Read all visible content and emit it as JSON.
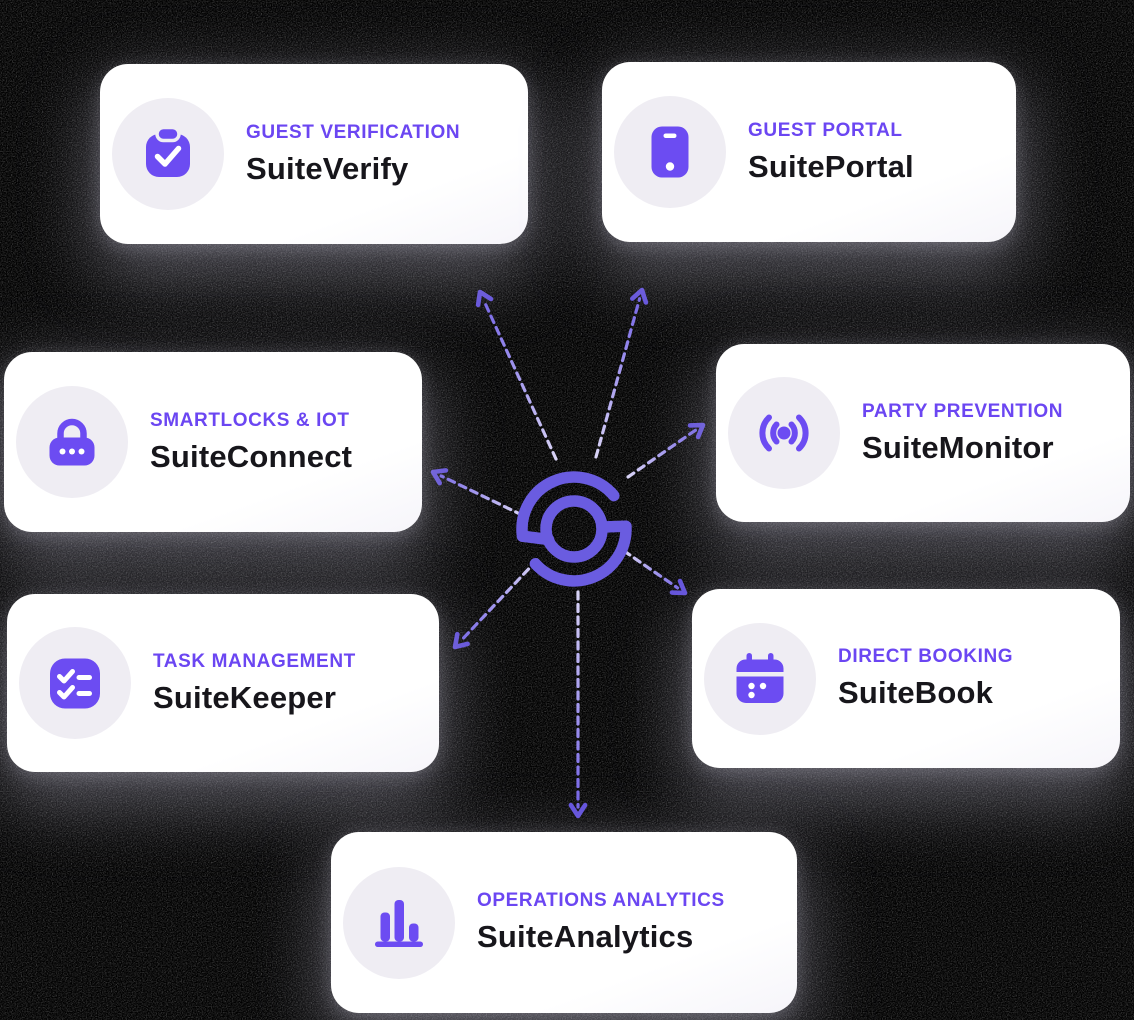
{
  "colors": {
    "accent_label": "#6B46F2",
    "icon_purple": "#6C4CF2",
    "logo_purple": "#6A5CE0",
    "arrow_gradient_start": "#D9D4F6",
    "arrow_gradient_end": "#6F5EE6",
    "arrow_head": "#6352DC",
    "title_text": "#17161B",
    "card_background": "#FFFFFF",
    "icon_circle_background": "#EFEDF3",
    "page_background": "#000000"
  },
  "cards": [
    {
      "label": "GUEST VERIFICATION",
      "name": "SuiteVerify",
      "icon": "clipboard-check-icon"
    },
    {
      "label": "GUEST PORTAL",
      "name": "SuitePortal",
      "icon": "smartphone-icon"
    },
    {
      "label": "SMARTLOCKS & IOT",
      "name": "SuiteConnect",
      "icon": "padlock-icon"
    },
    {
      "label": "PARTY PREVENTION",
      "name": "SuiteMonitor",
      "icon": "signal-waves-icon"
    },
    {
      "label": "TASK MANAGEMENT",
      "name": "SuiteKeeper",
      "icon": "checklist-icon"
    },
    {
      "label": "DIRECT BOOKING",
      "name": "SuiteBook",
      "icon": "calendar-icon"
    },
    {
      "label": "OPERATIONS ANALYTICS",
      "name": "SuiteAnalytics",
      "icon": "bar-chart-icon"
    }
  ],
  "logo": {
    "icon": "s-mark-logo-icon"
  }
}
